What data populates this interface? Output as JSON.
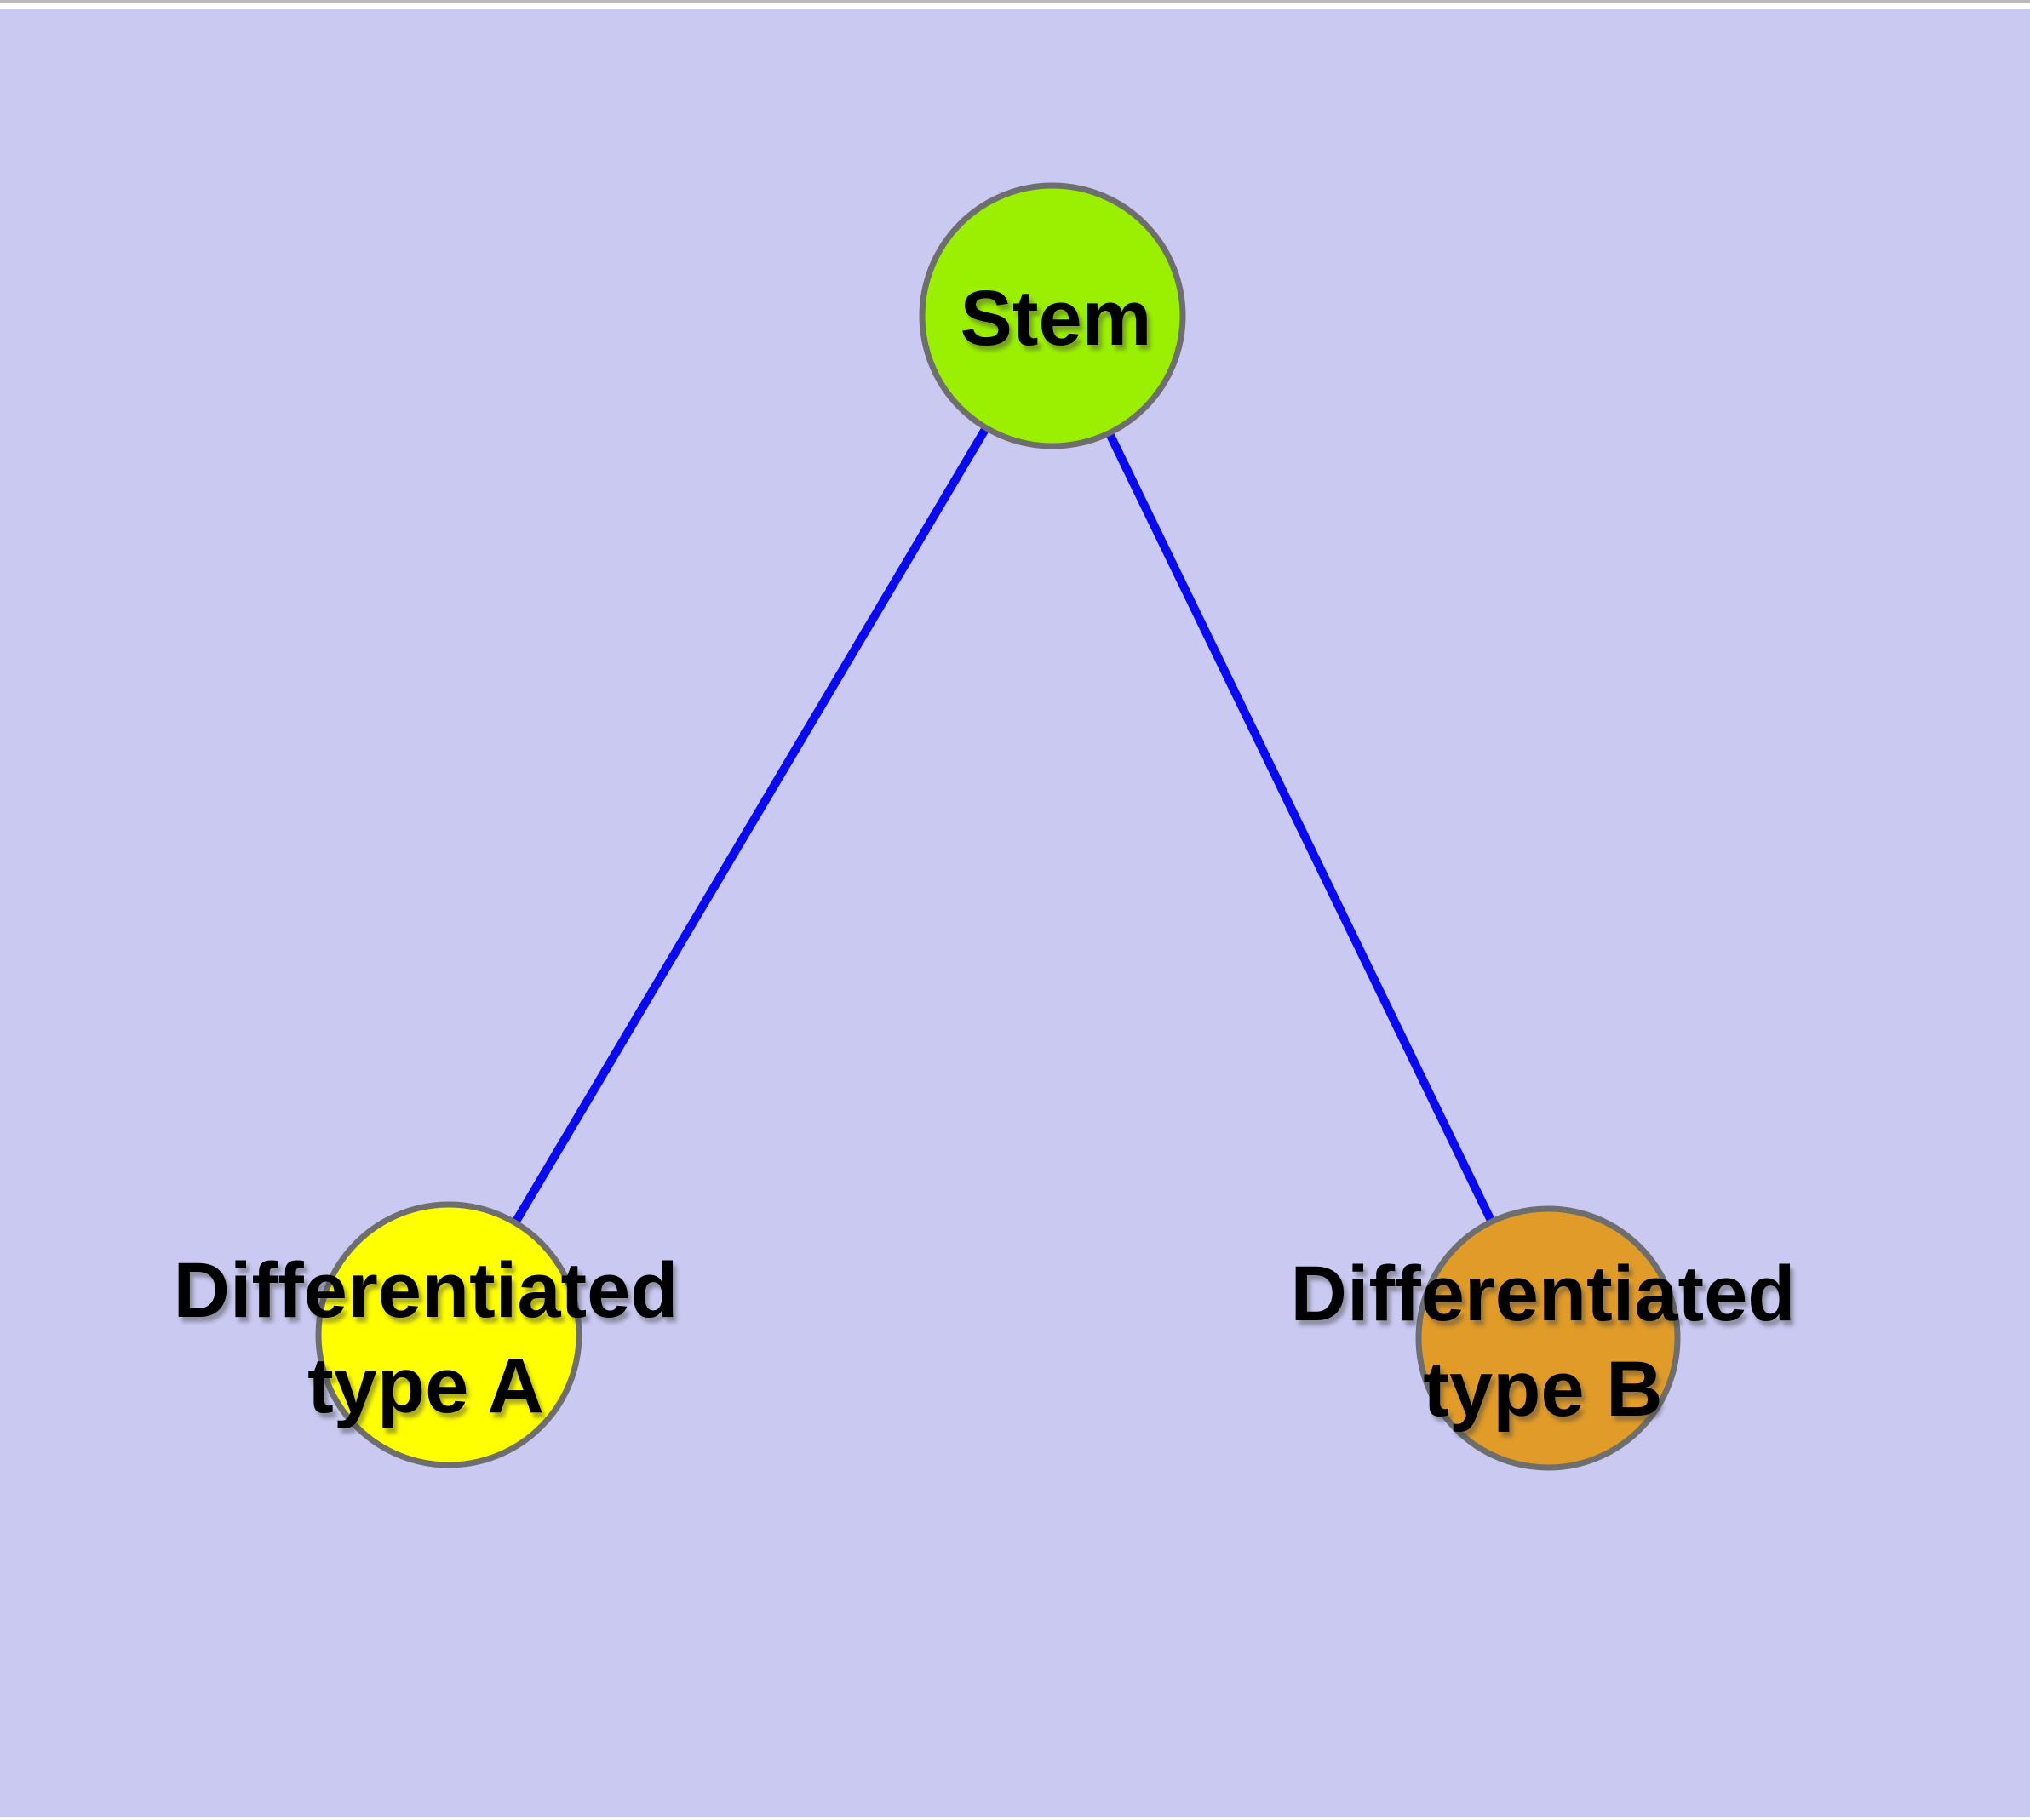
{
  "diagram": {
    "background_color": "#c9c9f2",
    "edge_color": "#0a0af0",
    "node_border_color": "#6e6e6e",
    "text_color": "#000000",
    "window": {
      "top_line_color": "#b9b9b9",
      "top_strip_color": "#ffffff",
      "bottom_strip_color": "#ffffff"
    },
    "nodes": [
      {
        "id": "stem",
        "label": "Stem",
        "fill": "#9af000"
      },
      {
        "id": "type-a",
        "label": "Differentiated type A",
        "label_line1": "Differentiated",
        "label_line2": "type A",
        "fill": "#ffff00"
      },
      {
        "id": "type-b",
        "label": "Differentiated type B",
        "label_line1": "Differentiated",
        "label_line2": "type B",
        "fill": "#e09b28"
      }
    ],
    "edges": [
      {
        "from": "stem",
        "to": "type-a"
      },
      {
        "from": "stem",
        "to": "type-b"
      }
    ]
  }
}
